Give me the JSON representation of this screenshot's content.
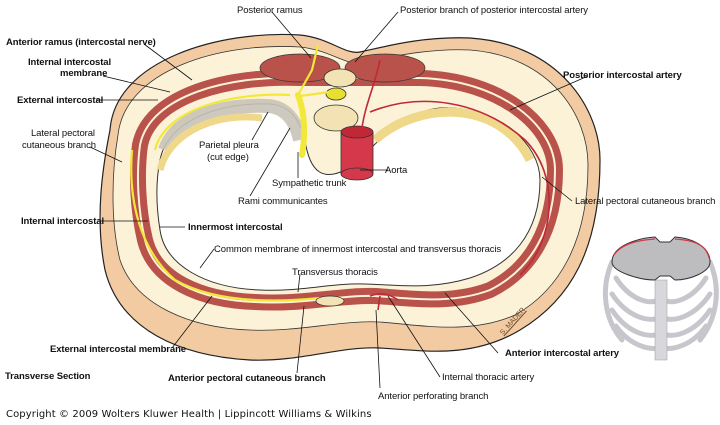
{
  "figure": {
    "title": "Transverse Section",
    "copyright": "Copyright © 2009 Wolters Kluwer Health | Lippincott Williams & Wilkins",
    "artist_signature": "S. MADER",
    "colors": {
      "skin_tan": "#f3cba3",
      "subcutaneous": "#fbf2d8",
      "muscle_red": "#b9524a",
      "nerve_yellow": "#f2e83a",
      "artery_red": "#d4384a",
      "pleura_gray": "#c9c3b8",
      "rib_yellow": "#f0d88a"
    }
  },
  "labels": {
    "posterior_ramus": "Posterior ramus",
    "posterior_branch_artery": "Posterior branch of posterior intercostal artery",
    "anterior_ramus": "Anterior ramus (intercostal nerve)",
    "internal_intercostal_membrane_1": "Internal intercostal",
    "internal_intercostal_membrane_2": "membrane",
    "external_intercostal": "External intercostal",
    "posterior_intercostal_artery": "Posterior intercostal artery",
    "lateral_pectoral_left_1": "Lateral pectoral",
    "lateral_pectoral_left_2": "cutaneous branch",
    "parietal_pleura_1": "Parietal pleura",
    "parietal_pleura_2": "(cut edge)",
    "aorta": "Aorta",
    "sympathetic_trunk": "Sympathetic trunk",
    "rami_communicantes": "Rami communicantes",
    "lateral_pectoral_right": "Lateral pectoral cutaneous branch",
    "internal_intercostal": "Internal intercostal",
    "innermost_intercostal": "Innermost intercostal",
    "common_membrane": "Common membrane of innermost intercostal and transversus thoracis",
    "transversus_thoracis": "Transversus thoracis",
    "external_intercostal_membrane": "External intercostal membrane",
    "anterior_intercostal_artery": "Anterior intercostal artery",
    "internal_thoracic_artery": "Internal thoracic artery",
    "anterior_pectoral_cutaneous": "Anterior pectoral cutaneous branch",
    "anterior_perforating": "Anterior perforating branch",
    "transverse_section": "Transverse Section"
  }
}
